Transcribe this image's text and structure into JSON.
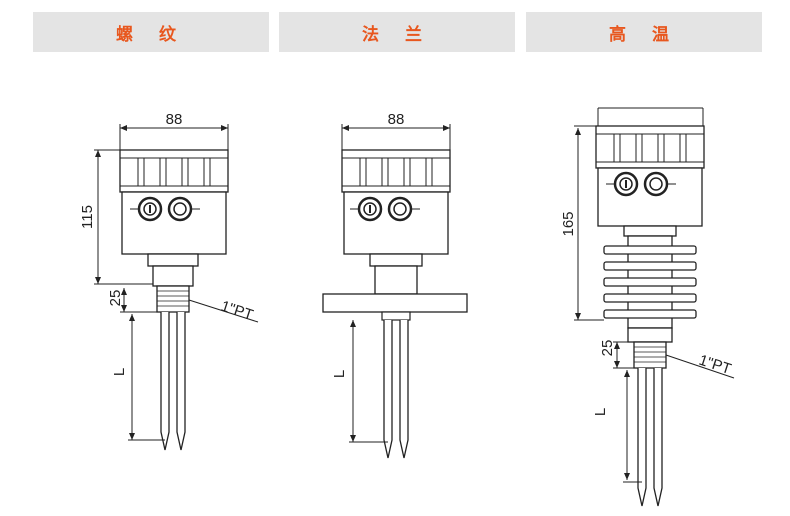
{
  "tabs": [
    {
      "label": "螺 纹"
    },
    {
      "label": "法 兰"
    },
    {
      "label": "高 温"
    }
  ],
  "colors": {
    "tab_text": "#e8571e",
    "tab_bg": "#e4e4e4",
    "line": "#222222"
  },
  "drawings": {
    "threaded": {
      "width_dim": "88",
      "height_dim": "115",
      "thread_dim": "25",
      "thread_label": "1\"PT",
      "length_label": "L"
    },
    "flanged": {
      "width_dim": "88",
      "length_label": "L"
    },
    "high_temp": {
      "height_dim": "165",
      "thread_dim": "25",
      "thread_label": "1\"PT",
      "length_label": "L"
    }
  }
}
